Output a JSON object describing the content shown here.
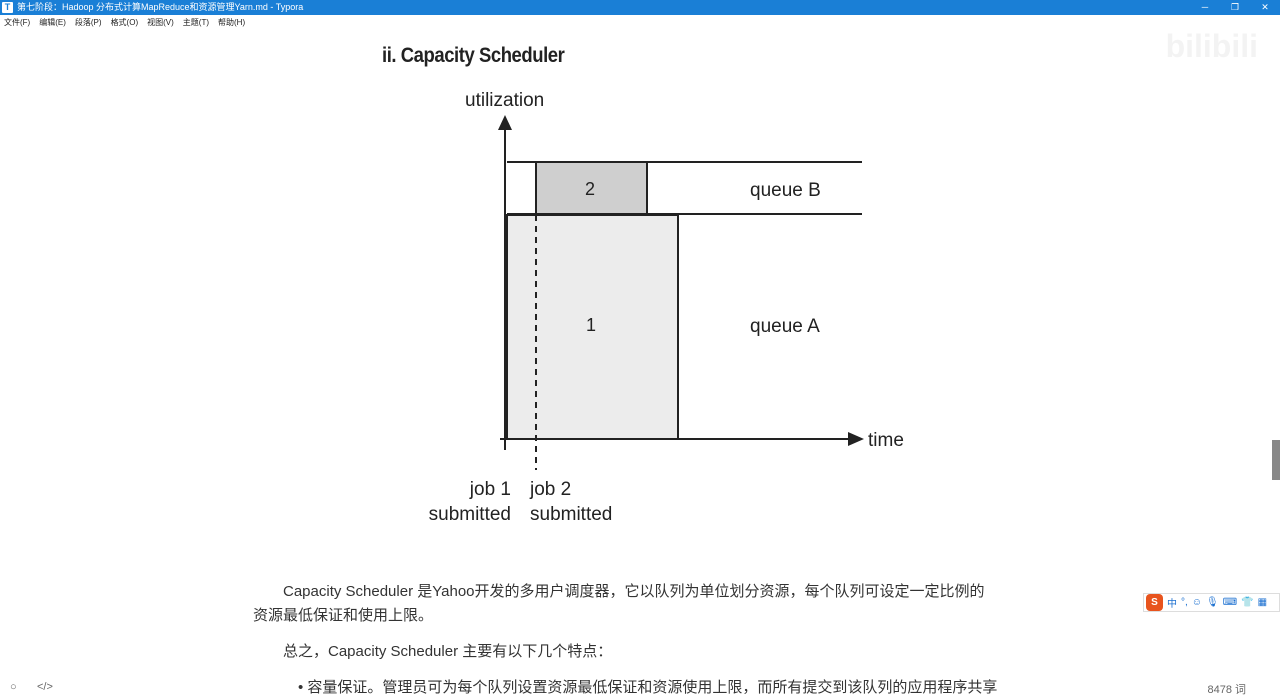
{
  "window": {
    "title": "第七阶段：Hadoop 分布式计算MapReduce和资源管理Yarn.md - Typora",
    "app_icon": "T"
  },
  "menu": [
    "文件(F)",
    "编辑(E)",
    "段落(P)",
    "格式(O)",
    "视图(V)",
    "主题(T)",
    "帮助(H)"
  ],
  "heading": "ii. Capacity Scheduler",
  "diagram": {
    "y_label": "utilization",
    "x_label": "time",
    "block1": "1",
    "block2": "2",
    "queue_a": "queue A",
    "queue_b": "queue B",
    "job1_line1": "job 1",
    "job1_line2": "submitted",
    "job2_line1": "job 2",
    "job2_line2": "submitted"
  },
  "watermark": "bilibili",
  "paragraphs": {
    "p1_line1": "Capacity Scheduler 是Yahoo开发的多用户调度器，它以队列为单位划分资源，每个队列可设定一定比例的",
    "p1_line2": "资源最低保证和使用上限。",
    "p2": "总之，Capacity Scheduler 主要有以下几个特点：",
    "bullet1": "容量保证。管理员可为每个队列设置资源最低保证和资源使用上限，而所有提交到该队列的应用程序共享"
  },
  "ime": {
    "logo": "S",
    "mode": "中",
    "punct": "°,"
  },
  "status": {
    "word_count": "8478 词"
  }
}
